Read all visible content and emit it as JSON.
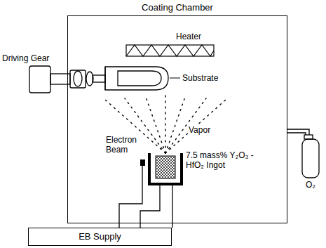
{
  "diagram": {
    "nodes": [
      {
        "text": [
          "Coating Chamber"
        ]
      },
      {
        "text": [
          "EB Supply"
        ]
      }
    ],
    "labels": [
      "Heater",
      "Driving Gear",
      "Substrate",
      "Vapor",
      "Electron Beam",
      "7.5 mass% Y₂O₃ -HfO₂ Ingot",
      "O₂"
    ]
  }
}
